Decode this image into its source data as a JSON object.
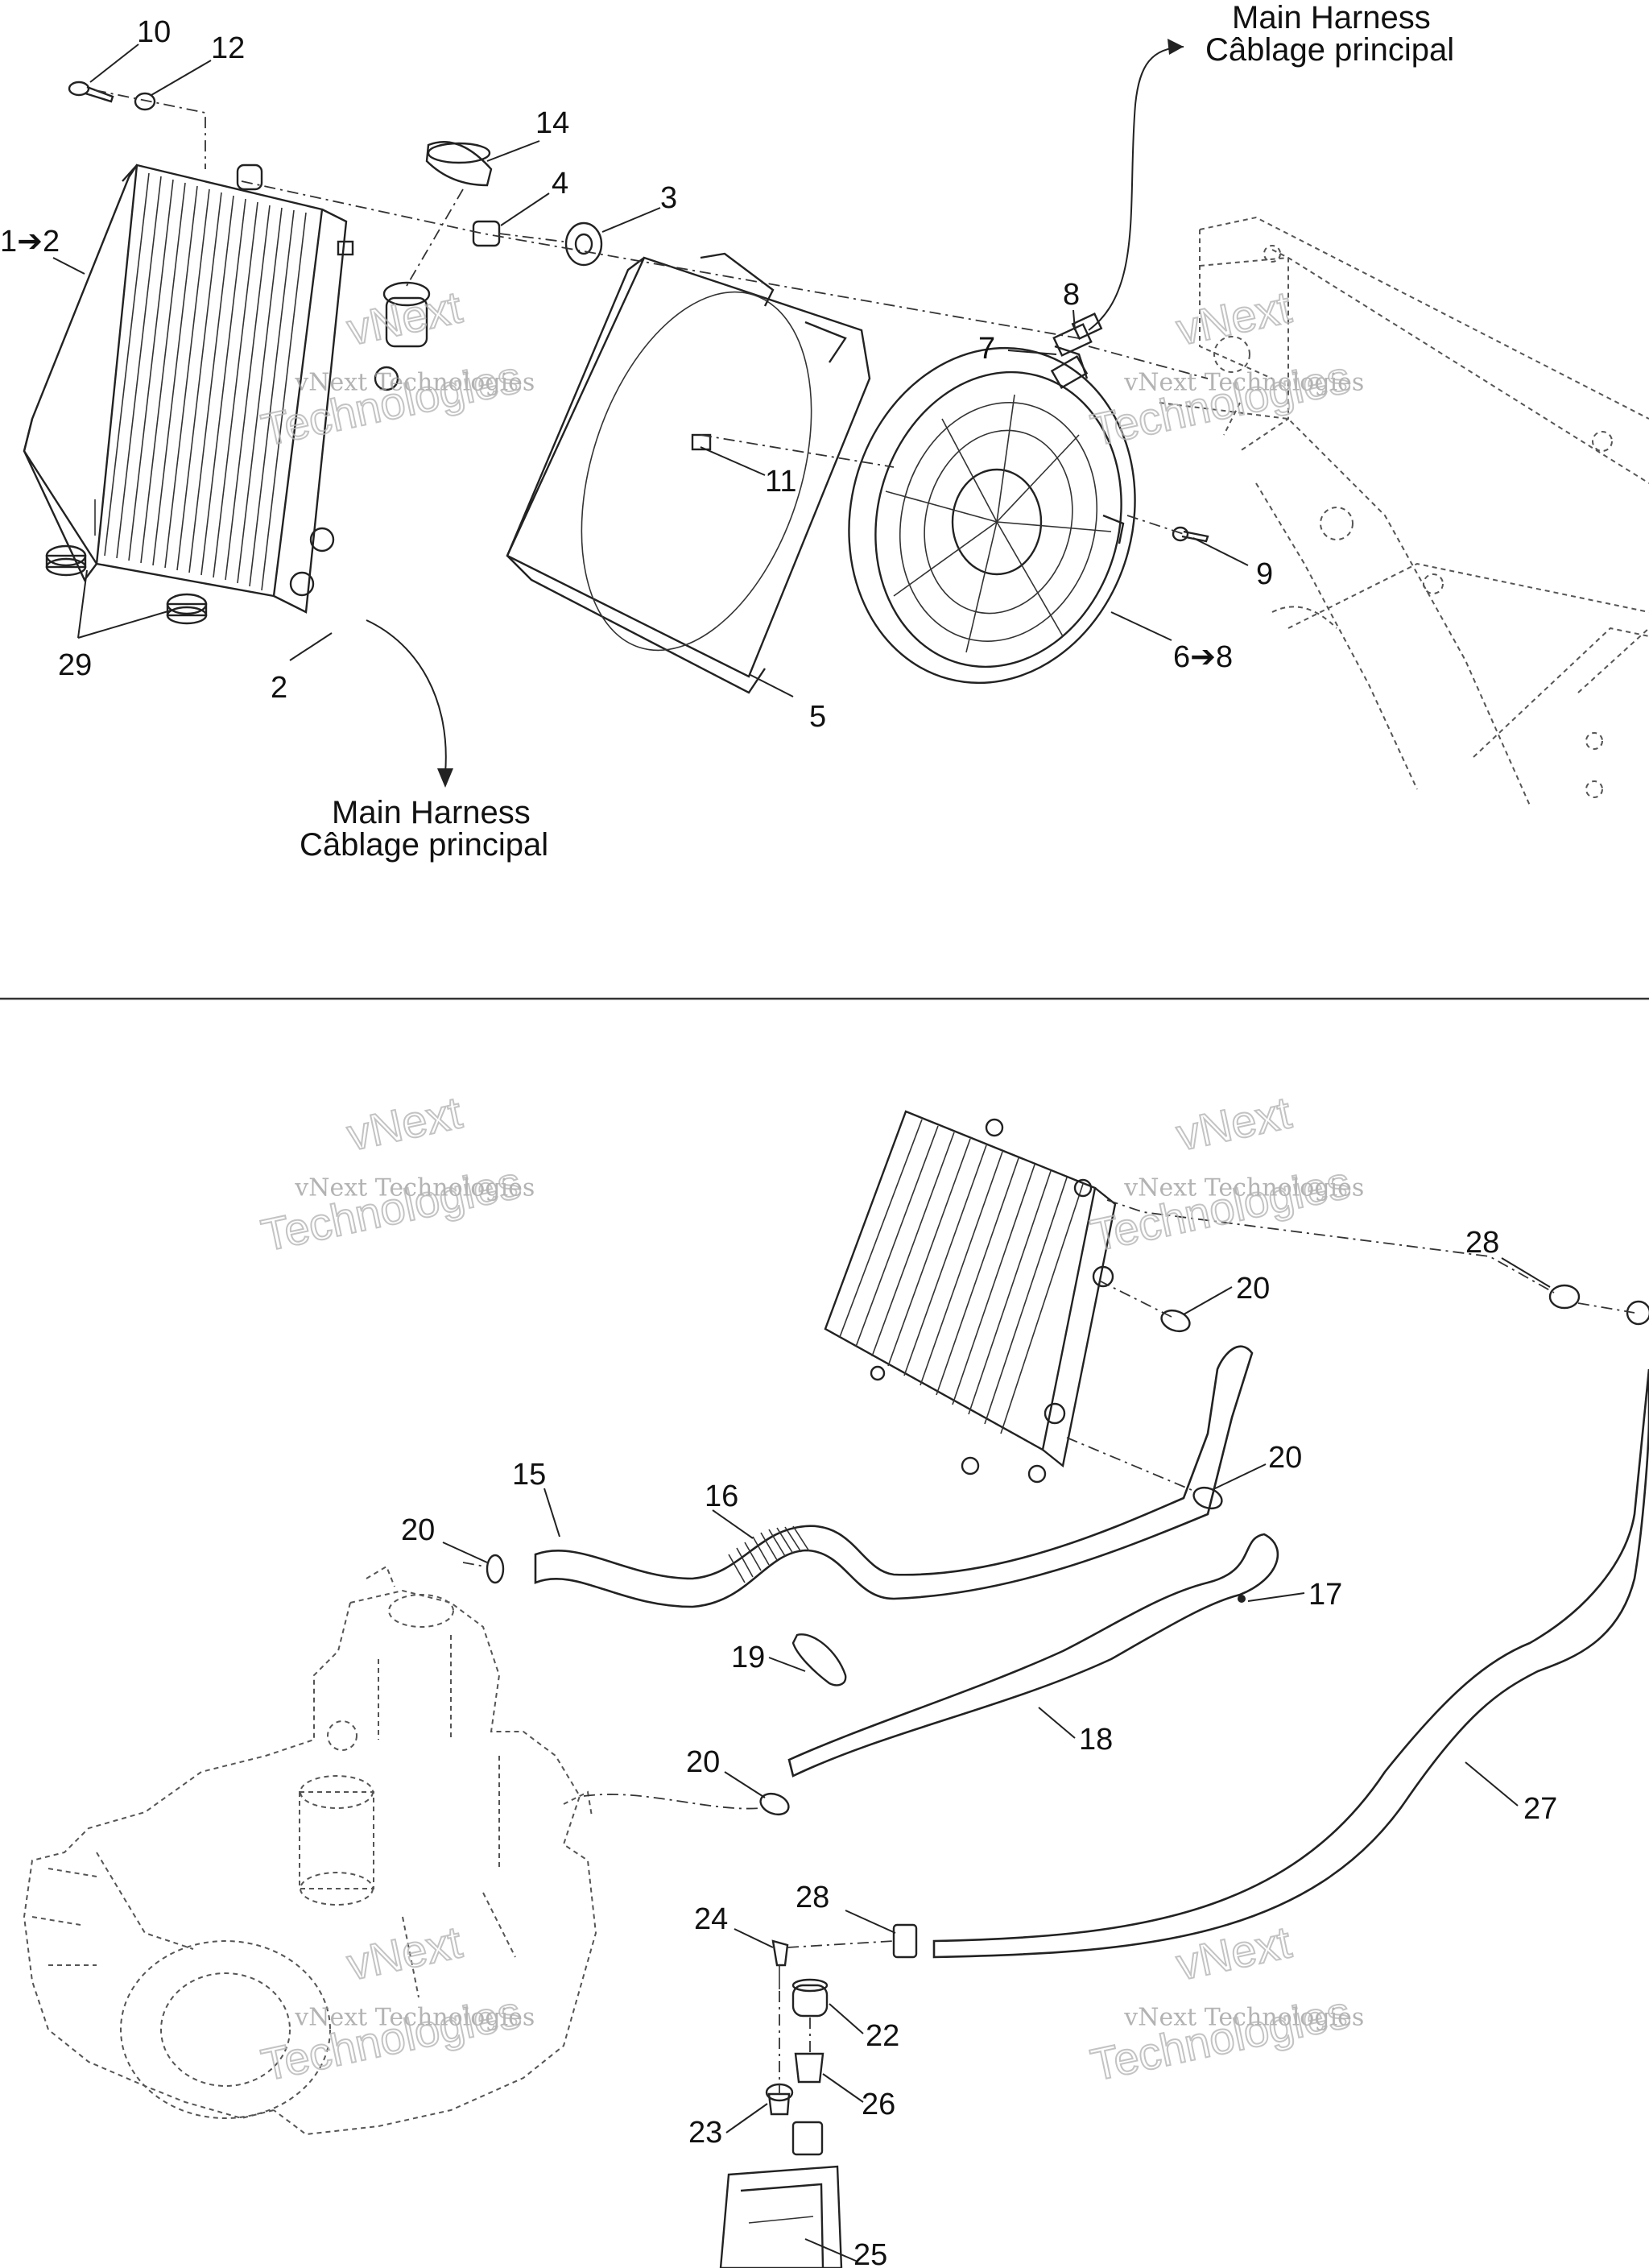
{
  "labels": {
    "p10": "10",
    "p12": "12",
    "p14": "14",
    "p4": "4",
    "p3": "3",
    "p1_2": "1➔2",
    "p8": "8",
    "p7": "7",
    "p11": "11",
    "p9": "9",
    "p29": "29",
    "p2": "2",
    "p5": "5",
    "p6_8": "6➔8",
    "p20a": "20",
    "p28a": "28",
    "p20b": "20",
    "p15": "15",
    "p16": "16",
    "p20c": "20",
    "p17": "17",
    "p19": "19",
    "p18": "18",
    "p20d": "20",
    "p27": "27",
    "p28b": "28",
    "p24": "24",
    "p22": "22",
    "p26": "26",
    "p23": "23",
    "p25": "25"
  },
  "notes": {
    "harness_top_en": "Main Harness",
    "harness_top_fr": "Câblage principal",
    "harness_bottom_en": "Main Harness",
    "harness_bottom_fr": "Câblage principal"
  },
  "watermark": {
    "line1": "vNext Technologies",
    "line2": "vNext",
    "line3": "Technologies"
  }
}
